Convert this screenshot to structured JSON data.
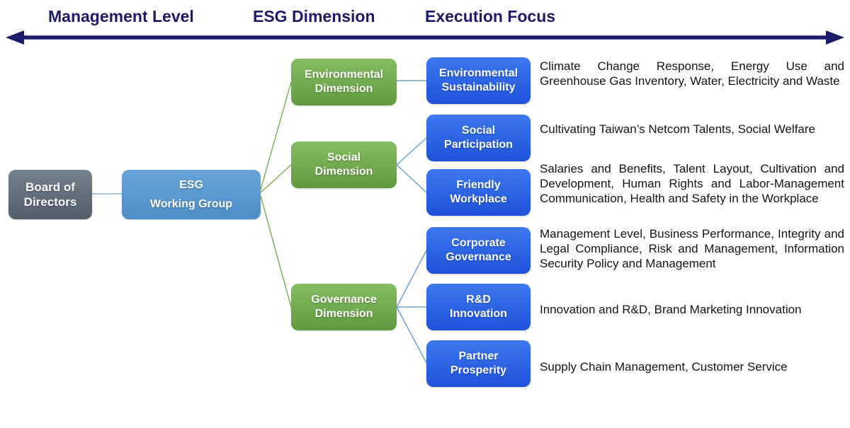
{
  "colors": {
    "header_text": "#1b1b6e",
    "arrow": "#1b1b6e",
    "green_connector": "#7fb356",
    "blue_connector": "#6aa3dc",
    "board_connector": "#a9c7e8",
    "green_box": "#6fae4c",
    "blue_box": "#2563e3",
    "gray_box": "#5d6b7a",
    "lightblue_box": "#5b9bd5"
  },
  "header": {
    "management_level": "Management Level",
    "esg_dimension": "ESG Dimension",
    "execution_focus": "Execution Focus"
  },
  "management": {
    "board_of_directors": "Board of\nDirectors",
    "esg_working_group": "ESG\nWorking Group"
  },
  "dimensions": {
    "environmental": "Environmental\nDimension",
    "social": "Social\nDimension",
    "governance": "Governance\nDimension"
  },
  "focus": {
    "environmental_sustainability": {
      "label": "Environmental\nSustainability",
      "description": "Climate Change Response, Energy Use and Greenhouse Gas Inventory, Water, Electricity and Waste"
    },
    "social_participation": {
      "label": "Social\nParticipation",
      "description": "Cultivating Taiwan’s Netcom Talents, Social Welfare"
    },
    "friendly_workplace": {
      "label": "Friendly\nWorkplace",
      "description": "Salaries and Benefits, Talent Layout, Cultivation and Development, Human Rights and Labor-Management Communication, Health and Safety in the Workplace"
    },
    "corporate_governance": {
      "label": "Corporate\nGovernance",
      "description": "Management Level, Business Performance, Integrity and Legal Compliance, Risk and Management, Information Security Policy and Management"
    },
    "rd_innovation": {
      "label": "R&D\nInnovation",
      "description": "Innovation and R&D, Brand Marketing Innovation"
    },
    "partner_prosperity": {
      "label": "Partner\nProsperity",
      "description": "Supply Chain Management, Customer Service"
    }
  }
}
